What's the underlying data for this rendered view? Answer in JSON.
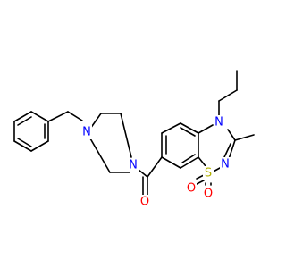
{
  "molecule": {
    "atoms": [
      {
        "id": "N1",
        "label": "N",
        "color": "#0000ff"
      },
      {
        "id": "N2",
        "label": "N",
        "color": "#0000ff"
      },
      {
        "id": "N3",
        "label": "N",
        "color": "#0000ff"
      },
      {
        "id": "N4",
        "label": "N",
        "color": "#0000ff"
      },
      {
        "id": "S1",
        "label": "S",
        "color": "#b2b200"
      },
      {
        "id": "O1",
        "label": "O",
        "color": "#ff0000"
      },
      {
        "id": "O2",
        "label": "O",
        "color": "#ff0000"
      },
      {
        "id": "O3",
        "label": "O",
        "color": "#ff0000"
      }
    ],
    "bond_color": "#000000"
  }
}
